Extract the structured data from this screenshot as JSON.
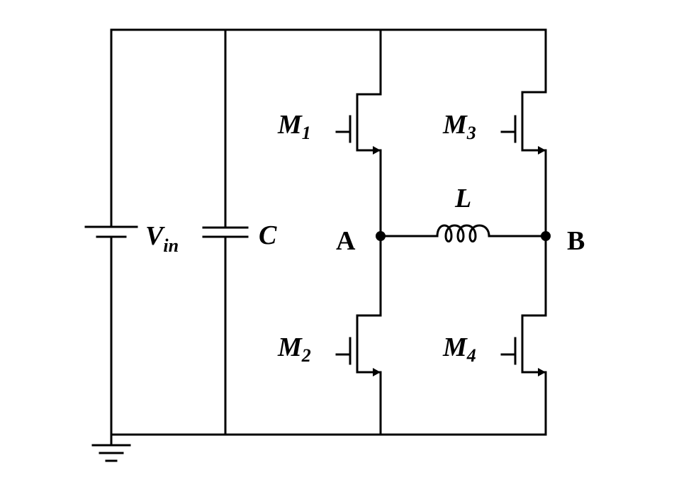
{
  "components": {
    "source": {
      "symbol": "V",
      "subscript": "in"
    },
    "capacitor": {
      "label": "C"
    },
    "inductor": {
      "label": "L"
    },
    "switches": [
      {
        "symbol": "M",
        "subscript": "1"
      },
      {
        "symbol": "M",
        "subscript": "2"
      },
      {
        "symbol": "M",
        "subscript": "3"
      },
      {
        "symbol": "M",
        "subscript": "4"
      }
    ]
  },
  "nodes": {
    "a": "A",
    "b": "B"
  },
  "style": {
    "stroke_color": "#000000",
    "background": "#ffffff"
  }
}
